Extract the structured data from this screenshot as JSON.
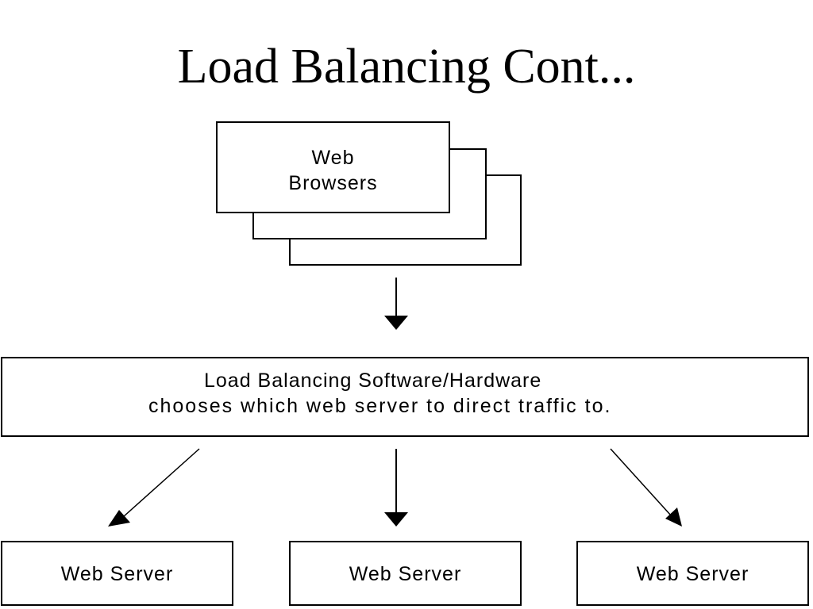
{
  "title": "Load Balancing Cont...",
  "browsers": {
    "label": "Web\nBrowsers"
  },
  "balancer": {
    "line1": "Load Balancing Software/Hardware",
    "line2": "chooses which web server to direct traffic to."
  },
  "servers": [
    {
      "label": "Web Server"
    },
    {
      "label": "Web Server"
    },
    {
      "label": "Web Server"
    }
  ]
}
